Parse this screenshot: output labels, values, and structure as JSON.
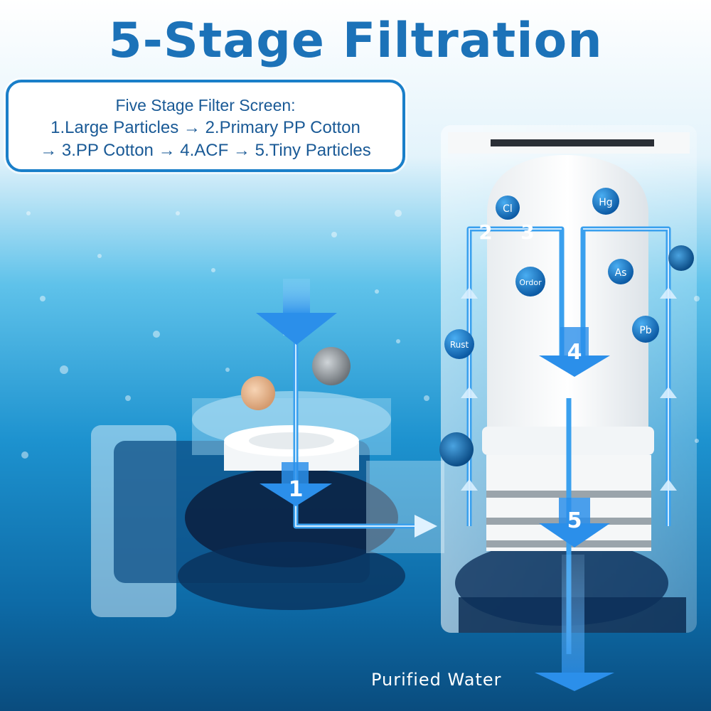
{
  "title": "5-Stage Filtration",
  "info": {
    "heading": "Five Stage Filter Screen:",
    "line1_a": "1.Large Particles",
    "line1_b": "2.Primary PP Cotton",
    "line2_a": "3.PP Cotton",
    "line2_b": "4.ACF",
    "line2_c": "5.Tiny Particles",
    "arrow_glyph": "→"
  },
  "stages": [
    "1",
    "2",
    "3",
    "4",
    "5"
  ],
  "contaminants": {
    "cl": "Cl",
    "hg": "Hg",
    "ordor": "Ordor",
    "as": "As",
    "pb": "Pb",
    "rust": "Rust"
  },
  "caption": "Purified Water",
  "colors": {
    "title": "#1c72b8",
    "box_border": "#1a7fc9",
    "box_text": "#1a5a96",
    "flow": "#3aa0ee",
    "bg_top": "#ffffff",
    "bg_bottom": "#0a4c7e"
  }
}
